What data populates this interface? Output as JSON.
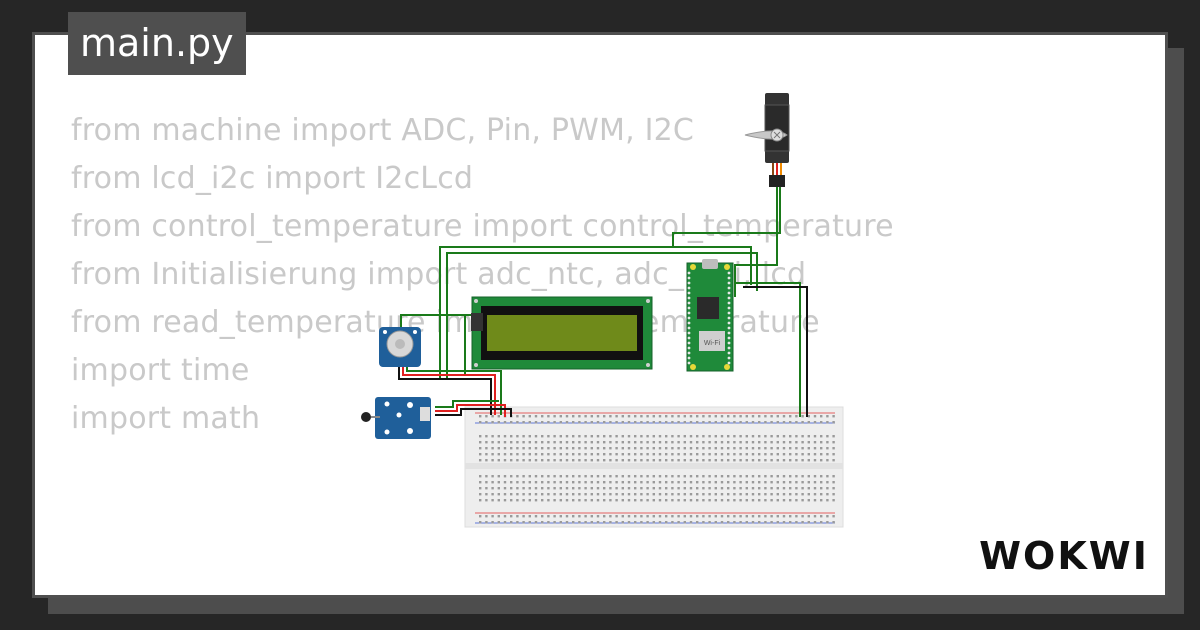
{
  "file_tab": {
    "label": "main.py"
  },
  "code": {
    "lines": [
      "from machine import ADC, Pin, PWM, I2C",
      "from lcd_i2c import I2cLcd",
      "from control_temperature import control_temperature",
      "from Initialisierung import adc_ntc, adc_poti, lcd",
      "from read_temperature import read_temperature",
      "import time",
      "import math"
    ]
  },
  "pico": {
    "wifi_label": "Wi-Fi"
  },
  "brand": {
    "name": "WOKWI"
  },
  "colors": {
    "background": "#262626",
    "card": "#ffffff",
    "tab": "#4f4f4f",
    "code_text": "#c9c9c9",
    "pcb_green": "#1f8a3a",
    "lcd_screen": "#6f8a1a",
    "module_blue": "#1f5f9a",
    "wire_green": "#1a7a1a",
    "wire_red": "#e02020",
    "wire_black": "#111111"
  }
}
